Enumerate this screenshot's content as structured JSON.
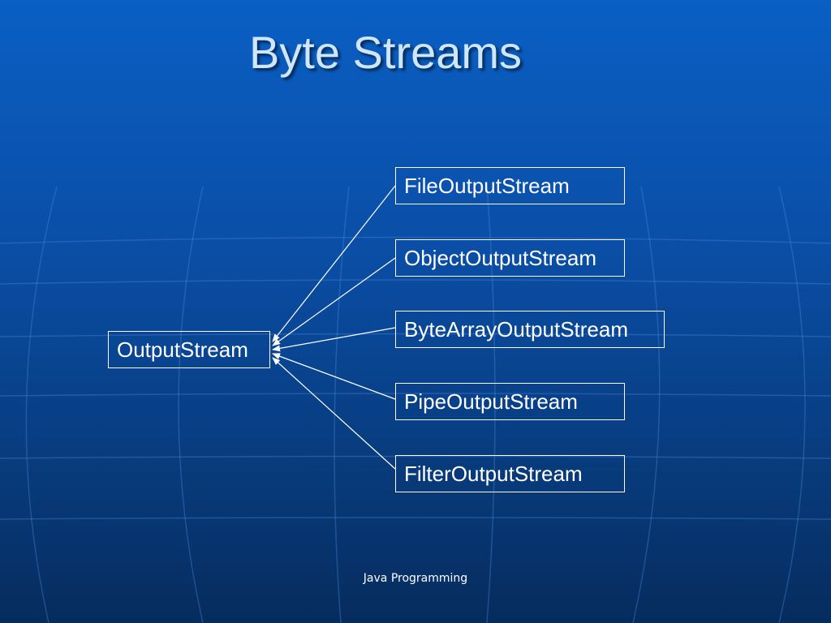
{
  "slide": {
    "title": "Byte Streams",
    "footer": "Java Programming"
  },
  "diagram": {
    "parent": {
      "label": "OutputStream"
    },
    "children": [
      {
        "label": "FileOutputStream"
      },
      {
        "label": "ObjectOutputStream"
      },
      {
        "label": "ByteArrayOutputStream"
      },
      {
        "label": "PipeOutputStream"
      },
      {
        "label": "FilterOutputStream"
      }
    ],
    "colors": {
      "line": "#ffffff",
      "background_top": "#0a5fc4",
      "background_bottom": "#062c5e",
      "title": "#cfe6ff"
    }
  }
}
